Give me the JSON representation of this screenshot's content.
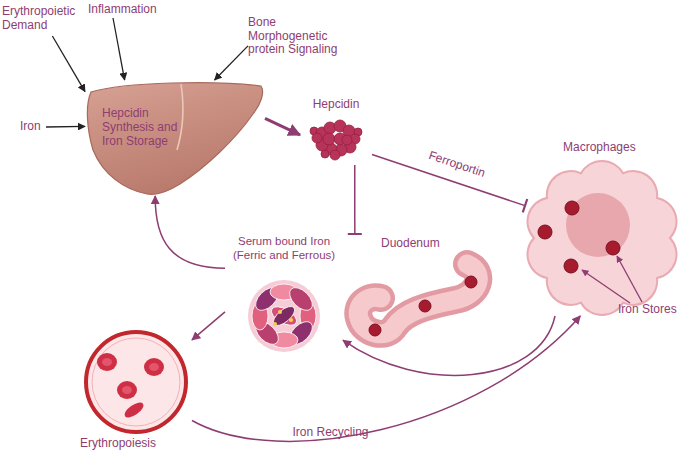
{
  "diagram": {
    "nodes": [
      {
        "text": [
          "Erythropoietic Demand"
        ]
      },
      {
        "text": [
          "Inflammation"
        ]
      },
      {
        "text": [
          "Bone Morphogenetic protein Signaling"
        ]
      },
      {
        "text": [
          "Iron"
        ]
      },
      {
        "text": [
          "Hepcidin Synthesis and Iron Storage"
        ]
      },
      {
        "text": [
          "Hepcidin"
        ]
      },
      {
        "text": [
          "Macrophages"
        ]
      },
      {
        "text": [
          "Serum bound Iron (Ferric and Ferrous)"
        ]
      },
      {
        "text": [
          "Duodenum"
        ]
      },
      {
        "text": [
          "Erythropoiesis"
        ]
      }
    ],
    "edges": [
      {
        "from": 0,
        "to": 4,
        "arrow": "to"
      },
      {
        "from": 1,
        "to": 4,
        "arrow": "to"
      },
      {
        "from": 2,
        "to": 4,
        "arrow": "to"
      },
      {
        "from": 3,
        "to": 4,
        "arrow": "to"
      },
      {
        "from": 4,
        "to": 5,
        "arrow": "to"
      },
      {
        "from": 5,
        "to": 6,
        "label": "Ferroportin",
        "arrow": "to"
      },
      {
        "from": 5,
        "to": 8,
        "arrow": "to"
      },
      {
        "from": 7,
        "to": 4,
        "arrow": "to"
      },
      {
        "from": 7,
        "to": 9,
        "arrow": "to"
      },
      {
        "from": 6,
        "to": 7,
        "arrow": "to"
      },
      {
        "from": 9,
        "to": 6,
        "label": "Iron Recycling",
        "arrow": "to"
      }
    ],
    "labels": [
      "Iron Stores"
    ]
  }
}
